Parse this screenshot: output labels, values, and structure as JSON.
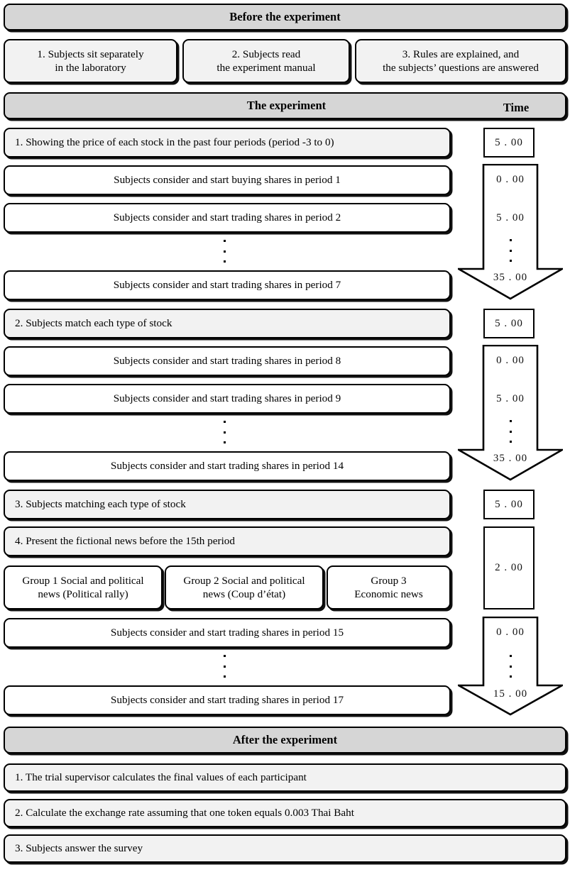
{
  "sections": {
    "before": {
      "header": "Before the experiment",
      "steps": [
        "1. Subjects sit separately\nin the laboratory",
        "2. Subjects read\nthe experiment manual",
        "3. Rules are explained, and\nthe subjects’ questions are answered"
      ]
    },
    "experiment": {
      "header": "The experiment",
      "time_header": "Time",
      "rows": [
        {
          "label": "1. Showing the price of  each stock in the past four periods (period -3 to 0)",
          "style": "shaded"
        },
        {
          "label": "Subjects consider and start buying shares in period 1",
          "style": "plain"
        },
        {
          "label": "Subjects consider and start trading shares in period 2",
          "style": "plain"
        },
        {
          "label": "Subjects consider and start trading shares in period 7",
          "style": "plain"
        },
        {
          "label": "2. Subjects match each type of  stock",
          "style": "shaded"
        },
        {
          "label": "Subjects consider and start trading shares in period 8",
          "style": "plain"
        },
        {
          "label": "Subjects consider and start trading shares in period 9",
          "style": "plain"
        },
        {
          "label": "Subjects consider and start trading shares in period 14",
          "style": "plain"
        },
        {
          "label": "3. Subjects matching each type of  stock",
          "style": "shaded"
        },
        {
          "label": "4. Present the fictional news before the 15th period",
          "style": "shaded"
        },
        {
          "label": "Subjects consider and start trading shares in period 15",
          "style": "plain"
        },
        {
          "label": "Subjects consider and start trading shares in period 17",
          "style": "plain"
        }
      ],
      "groups": [
        "Group 1 Social and political\nnews (Political rally)",
        "Group 2 Social and political\nnews (Coup d’état)",
        "Group 3\nEconomic news"
      ]
    },
    "after": {
      "header": "After the experiment",
      "steps": [
        "1. The trial supervisor calculates the final values of  each participant",
        "2. Calculate the exchange rate assuming that one token equals 0.003 Thai Baht",
        "3. Subjects answer the survey"
      ]
    }
  },
  "time_column": {
    "boxes": [
      {
        "id": "t1",
        "value": "5 . 00"
      },
      {
        "id": "t2",
        "value": "5 . 00"
      },
      {
        "id": "t3",
        "value": "5 . 00"
      },
      {
        "id": "t4",
        "value": "2 . 00"
      }
    ],
    "arrows": [
      {
        "id": "a1",
        "top": "0 . 00",
        "mid": "5 . 00",
        "total": "35 . 00"
      },
      {
        "id": "a2",
        "top": "0 . 00",
        "mid": "5 . 00",
        "total": "35 . 00"
      },
      {
        "id": "a3",
        "top": "0 . 00",
        "mid": "",
        "total": "15 . 00"
      }
    ]
  },
  "colors": {
    "header_fill": "#d6d6d6",
    "shaded_fill": "#f2f2f2",
    "plain_fill": "#ffffff",
    "stroke": "#000000"
  }
}
